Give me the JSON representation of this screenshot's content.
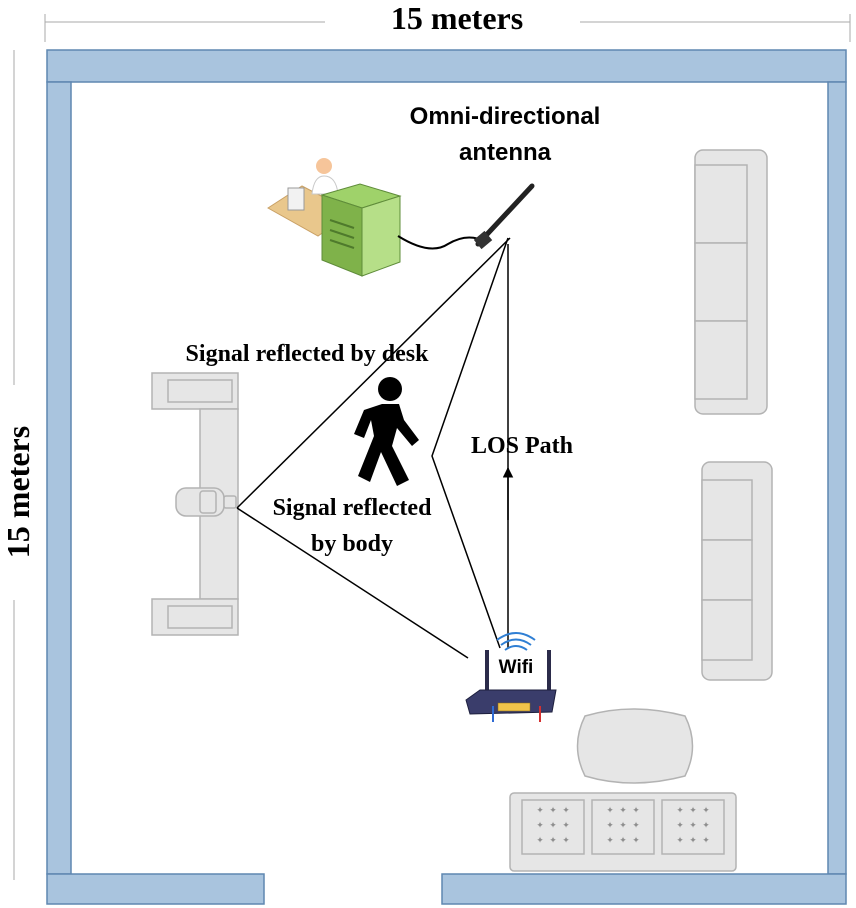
{
  "dimensions": {
    "width_label": "15 meters",
    "height_label": "15 meters"
  },
  "labels": {
    "antenna": [
      "Omni-directional",
      "antenna"
    ],
    "signal_desk": "Signal reflected by desk",
    "signal_body": [
      "Signal reflected",
      "by body"
    ],
    "los_path": "LOS Path",
    "wifi": "Wifi"
  },
  "colors": {
    "wall_fill": "#a9c4de",
    "wall_stroke": "#5f87b1",
    "furniture_fill": "#e6e6e6",
    "furniture_stroke": "#b3b3b3",
    "line": "#000000"
  },
  "icons": [
    "user-at-computer-icon",
    "antenna-icon",
    "person-walking-icon",
    "wifi-router-icon"
  ]
}
